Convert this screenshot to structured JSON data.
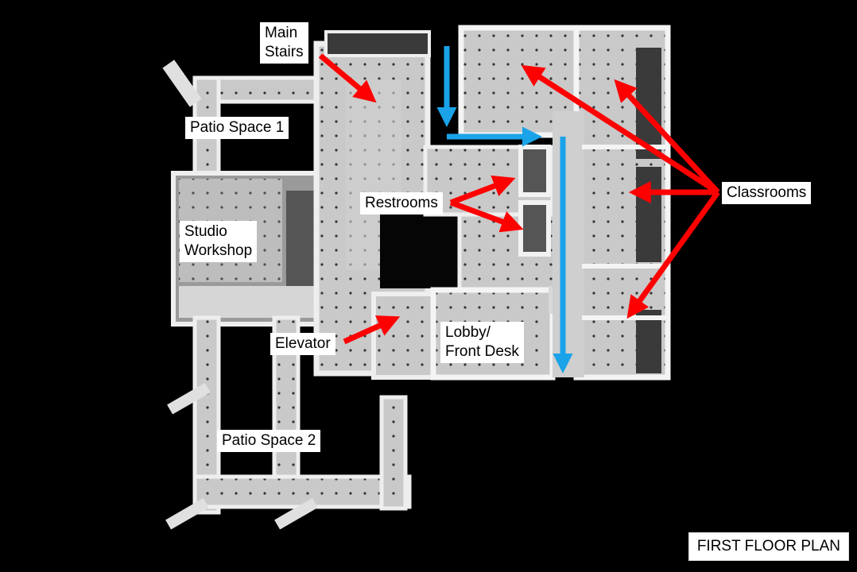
{
  "title": "FIRST FLOOR PLAN",
  "labels": {
    "main_stairs": [
      "Main",
      "Stairs"
    ],
    "patio1": "Patio Space 1",
    "patio2": "Patio Space 2",
    "restrooms": "Restrooms",
    "classrooms": "Classrooms",
    "studio": [
      "Studio",
      "Workshop"
    ],
    "elevator": "Elevator",
    "lobby": [
      "Lobby/",
      "Front Desk"
    ]
  },
  "colors": {
    "background": "#000000",
    "model_wall": "#e9e9e9",
    "model_floor": "#bdbdbd",
    "annotation_arrow": "#ff0000",
    "circulation_arrow": "#1aa3e8"
  }
}
